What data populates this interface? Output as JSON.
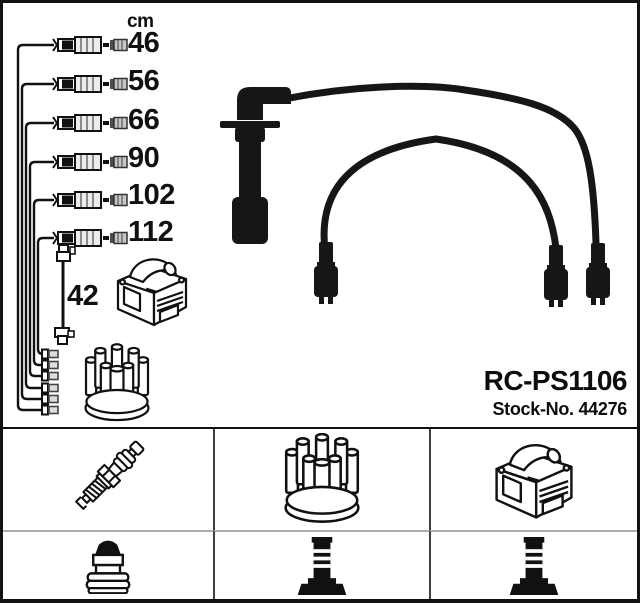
{
  "product": {
    "code": "RC-PS1106",
    "stock": "Stock-No. 44276"
  },
  "diagram": {
    "unit_label": "cm",
    "cable_lengths": [
      "46",
      "56",
      "66",
      "90",
      "102",
      "112"
    ],
    "coil_lead_length": "42"
  },
  "legend": {
    "cells": [
      {
        "icon": "spark-plug"
      },
      {
        "icon": "distributor-cap"
      },
      {
        "icon": "ignition-coil"
      },
      {
        "icon": "plug-terminal-nut"
      },
      {
        "icon": "distributor-terminal"
      },
      {
        "icon": "coil-terminal"
      }
    ]
  },
  "colors": {
    "ink": "#111111",
    "background": "#ffffff",
    "column_divider": "#3f3f3f",
    "row_divider": "#ababab"
  }
}
